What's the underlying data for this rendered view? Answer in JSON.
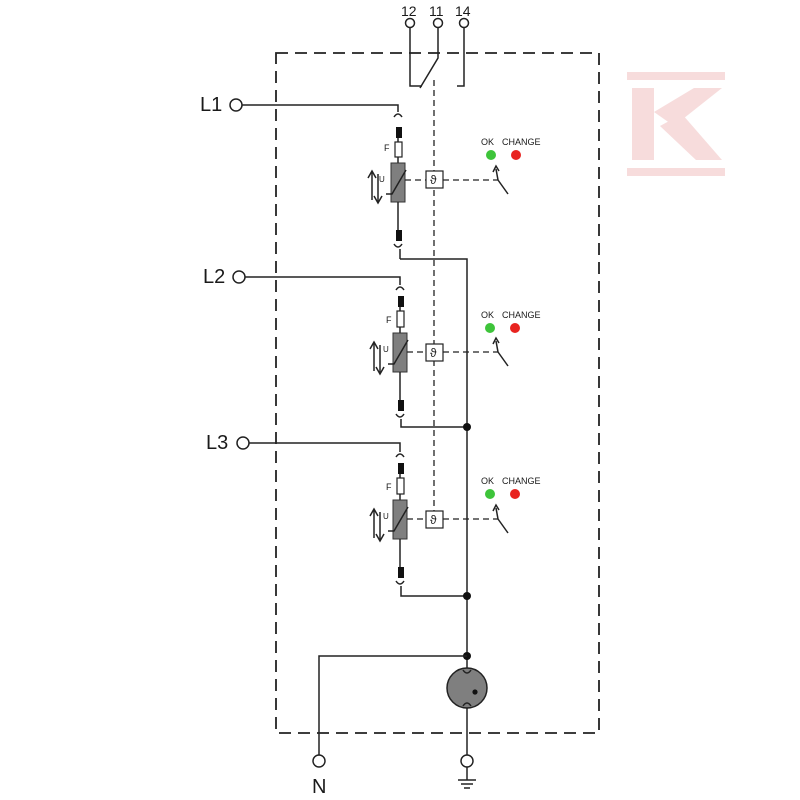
{
  "terminals": {
    "relay": [
      "12",
      "11",
      "14"
    ],
    "phases": [
      "L1",
      "L2",
      "L3"
    ],
    "neutral": "N"
  },
  "module_labels": {
    "fuse": "F",
    "varistor": "U",
    "thermal": "ϑ",
    "ok": "OK",
    "change": "CHANGE"
  },
  "colors": {
    "ok_indicator": "#3ec43a",
    "change_indicator": "#e8231f",
    "component_fill": "#7f7f7f",
    "watermark": "#f7dcdc"
  },
  "icons": {
    "earth": "ground-symbol-icon",
    "watermark": "k-logo-watermark"
  }
}
